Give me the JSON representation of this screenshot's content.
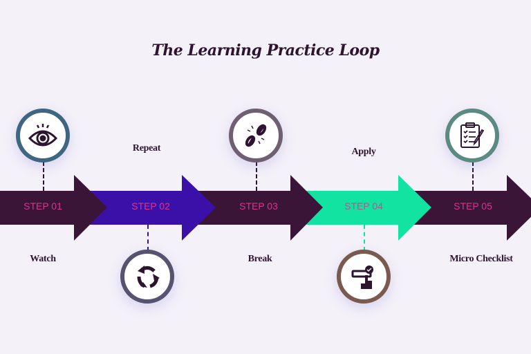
{
  "title": "The Learning Practice Loop",
  "colors": {
    "background": "#f4f1f9",
    "dark": "#3a1538",
    "blue": "#3a10a8",
    "green": "#12e3a0",
    "step_text": "#d8348f"
  },
  "steps": [
    {
      "step": "STEP 01",
      "label": "Watch",
      "icon": "eye-icon",
      "arrow_color": "#3a1538",
      "ring_color": "#3f6680"
    },
    {
      "step": "STEP 02",
      "label": "Repeat",
      "icon": "cycle-arrows-icon",
      "arrow_color": "#3a10a8",
      "ring_color": "#555370"
    },
    {
      "step": "STEP 03",
      "label": "Break",
      "icon": "broken-chain-icon",
      "arrow_color": "#3a1538",
      "ring_color": "#6e6070"
    },
    {
      "step": "STEP 04",
      "label": "Apply",
      "icon": "hand-click-check-icon",
      "arrow_color": "#12e3a0",
      "ring_color": "#7a5a4e"
    },
    {
      "step": "STEP 05",
      "label": "Micro Checklist",
      "icon": "clipboard-checklist-icon",
      "arrow_color": "#3a1538",
      "ring_color": "#5a8a80"
    }
  ]
}
